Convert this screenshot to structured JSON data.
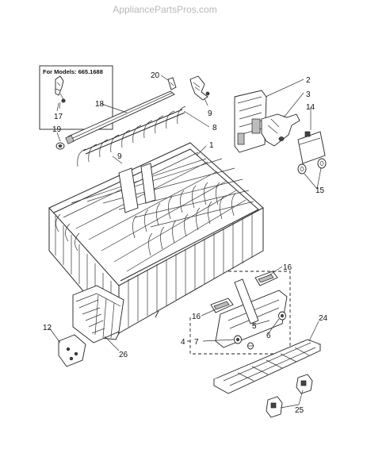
{
  "watermark": "AppliancePartsPros.com",
  "models_label": "For Models: 665.1688",
  "labels": {
    "n1": "1",
    "n2": "2",
    "n3": "3",
    "n4": "4",
    "n5": "5",
    "n6": "6",
    "n7": "7",
    "n8": "8",
    "n9a": "9",
    "n9b": "9",
    "n12": "12",
    "n14": "14",
    "n15": "15",
    "n16a": "16",
    "n16b": "16",
    "n17": "17",
    "n18": "18",
    "n19": "19",
    "n20": "20",
    "n24": "24",
    "n25": "25",
    "n26": "26"
  }
}
